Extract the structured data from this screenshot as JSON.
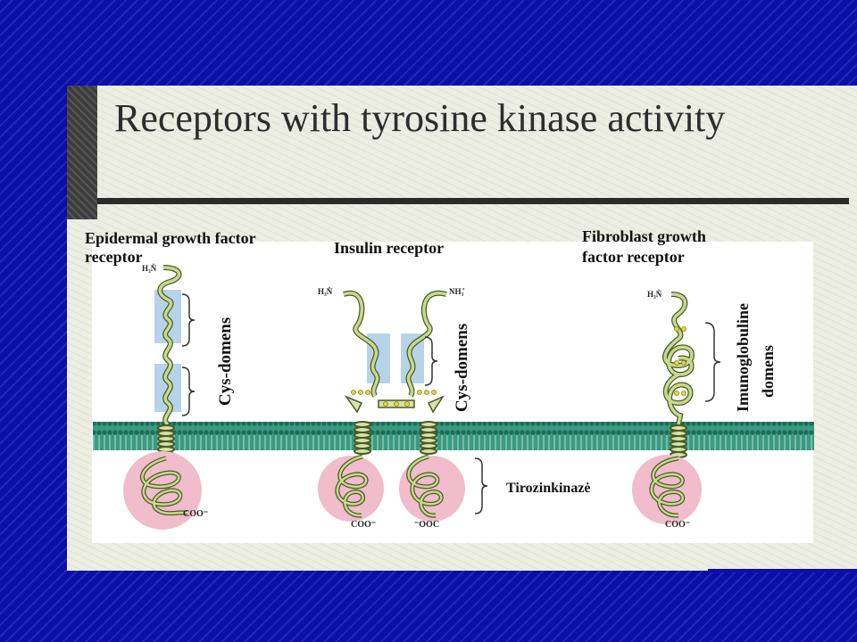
{
  "slide": {
    "title": "Receptors with tyrosine kinase activity"
  },
  "diagram": {
    "receptors": [
      {
        "name": "Epidermal growth factor receptor",
        "line1": "Epidermal growth factor",
        "line2": "receptor"
      },
      {
        "name": "Insulin receptor",
        "line1": "Insulin receptor"
      },
      {
        "name": "Fibroblast growth factor receptor",
        "line1": "Fibroblast growth",
        "line2": "factor receptor"
      }
    ],
    "labels": {
      "cys_domens": "Cys-domens",
      "imunoglobuline": "Imunoglobuline",
      "domens": "domens",
      "tirozinkinaze": "Tirozinkinazė",
      "h3n": "H₃N̊",
      "nh3": "NH₃̊",
      "coo": "COO⁻",
      "ooc": "⁻OOC"
    },
    "colors": {
      "membrane": "#2f8a74",
      "kinase_domain": "#f1bccb",
      "cys_box": "#b7d3ea",
      "chain": "#c9d98d",
      "chain_outline": "#4a5a2a",
      "disulfide": "#e8d640"
    }
  }
}
